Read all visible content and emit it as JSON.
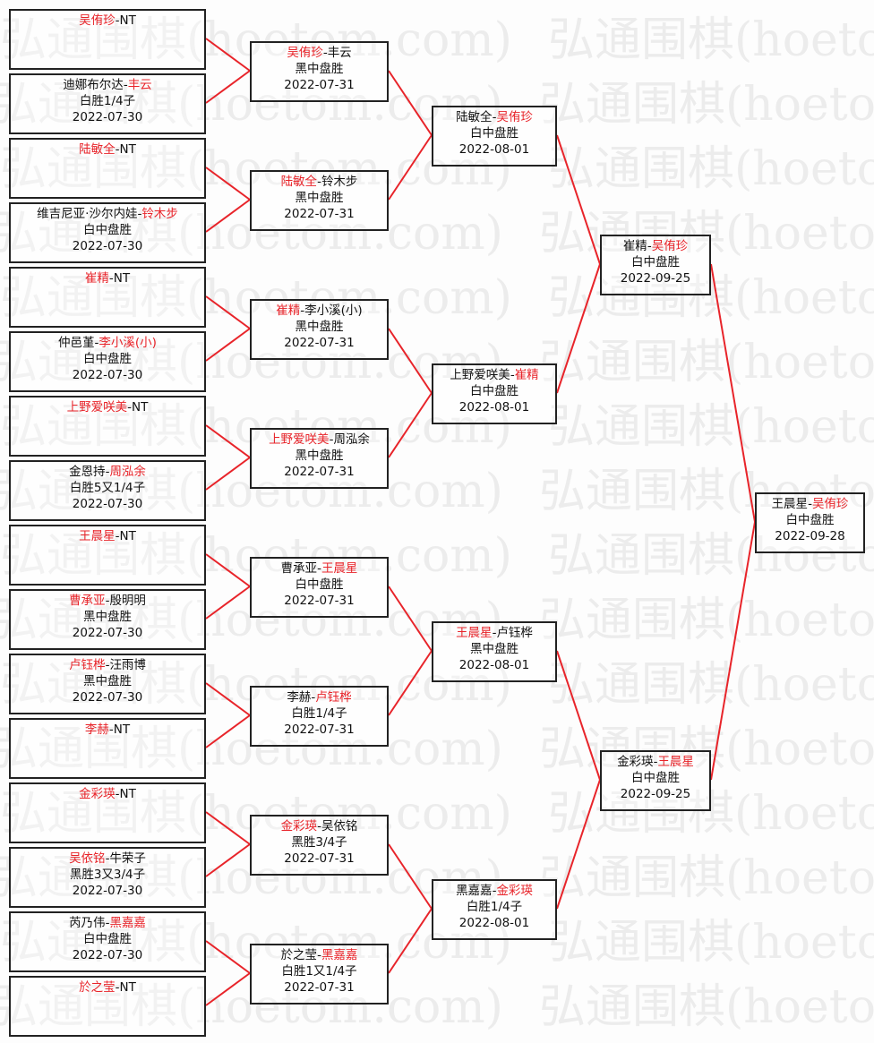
{
  "watermark": "弘通围棋(hoetom.com)",
  "colors": {
    "winner": "#e8242a",
    "line": "#e8242a",
    "border": "#222222"
  },
  "rounds": [
    [
      {
        "p1": "吴侑珍",
        "p2": "NT",
        "winner": 0,
        "result": "",
        "date": ""
      },
      {
        "p1": "迪娜布尔达",
        "p2": "丰云",
        "winner": 1,
        "result": "白胜1/4子",
        "date": "2022-07-30"
      },
      {
        "p1": "陆敏全",
        "p2": "NT",
        "winner": 0,
        "result": "",
        "date": ""
      },
      {
        "p1": "维吉尼亚·沙尔内娃",
        "p2": "铃木步",
        "winner": 1,
        "result": "白中盘胜",
        "date": "2022-07-30"
      },
      {
        "p1": "崔精",
        "p2": "NT",
        "winner": 0,
        "result": "",
        "date": ""
      },
      {
        "p1": "仲邑堇",
        "p2": "李小溪(小)",
        "winner": 1,
        "result": "白中盘胜",
        "date": "2022-07-30"
      },
      {
        "p1": "上野爱咲美",
        "p2": "NT",
        "winner": 0,
        "result": "",
        "date": ""
      },
      {
        "p1": "金恩持",
        "p2": "周泓余",
        "winner": 1,
        "result": "白胜5又1/4子",
        "date": "2022-07-30"
      },
      {
        "p1": "王晨星",
        "p2": "NT",
        "winner": 0,
        "result": "",
        "date": ""
      },
      {
        "p1": "曹承亚",
        "p2": "殷明明",
        "winner": 0,
        "result": "黑中盘胜",
        "date": "2022-07-30"
      },
      {
        "p1": "卢钰桦",
        "p2": "汪雨博",
        "winner": 0,
        "result": "黑中盘胜",
        "date": "2022-07-30"
      },
      {
        "p1": "李赫",
        "p2": "NT",
        "winner": 0,
        "result": "",
        "date": ""
      },
      {
        "p1": "金彩瑛",
        "p2": "NT",
        "winner": 0,
        "result": "",
        "date": ""
      },
      {
        "p1": "吴依铭",
        "p2": "牛荣子",
        "winner": 0,
        "result": "黑胜3又3/4子",
        "date": "2022-07-30"
      },
      {
        "p1": "芮乃伟",
        "p2": "黑嘉嘉",
        "winner": 1,
        "result": "白中盘胜",
        "date": "2022-07-30"
      },
      {
        "p1": "於之莹",
        "p2": "NT",
        "winner": 0,
        "result": "",
        "date": ""
      }
    ],
    [
      {
        "p1": "吴侑珍",
        "p2": "丰云",
        "winner": 0,
        "result": "黑中盘胜",
        "date": "2022-07-31"
      },
      {
        "p1": "陆敏全",
        "p2": "铃木步",
        "winner": 0,
        "result": "黑中盘胜",
        "date": "2022-07-31"
      },
      {
        "p1": "崔精",
        "p2": "李小溪(小)",
        "winner": 0,
        "result": "黑中盘胜",
        "date": "2022-07-31"
      },
      {
        "p1": "上野爱咲美",
        "p2": "周泓余",
        "winner": 0,
        "result": "黑中盘胜",
        "date": "2022-07-31"
      },
      {
        "p1": "曹承亚",
        "p2": "王晨星",
        "winner": 1,
        "result": "白中盘胜",
        "date": "2022-07-31"
      },
      {
        "p1": "李赫",
        "p2": "卢钰桦",
        "winner": 1,
        "result": "白胜1/4子",
        "date": "2022-07-31"
      },
      {
        "p1": "金彩瑛",
        "p2": "吴依铭",
        "winner": 0,
        "result": "黑胜3/4子",
        "date": "2022-07-31"
      },
      {
        "p1": "於之莹",
        "p2": "黑嘉嘉",
        "winner": 1,
        "result": "白胜1又1/4子",
        "date": "2022-07-31"
      }
    ],
    [
      {
        "p1": "陆敏全",
        "p2": "吴侑珍",
        "winner": 1,
        "result": "白中盘胜",
        "date": "2022-08-01"
      },
      {
        "p1": "上野爱咲美",
        "p2": "崔精",
        "winner": 1,
        "result": "白中盘胜",
        "date": "2022-08-01"
      },
      {
        "p1": "王晨星",
        "p2": "卢钰桦",
        "winner": 0,
        "result": "黑中盘胜",
        "date": "2022-08-01"
      },
      {
        "p1": "黑嘉嘉",
        "p2": "金彩瑛",
        "winner": 1,
        "result": "白胜1/4子",
        "date": "2022-08-01"
      }
    ],
    [
      {
        "p1": "崔精",
        "p2": "吴侑珍",
        "winner": 1,
        "result": "白中盘胜",
        "date": "2022-09-25"
      },
      {
        "p1": "金彩瑛",
        "p2": "王晨星",
        "winner": 1,
        "result": "白中盘胜",
        "date": "2022-09-25"
      }
    ],
    [
      {
        "p1": "王晨星",
        "p2": "吴侑珍",
        "winner": 1,
        "result": "白中盘胜",
        "date": "2022-09-28"
      }
    ]
  ]
}
